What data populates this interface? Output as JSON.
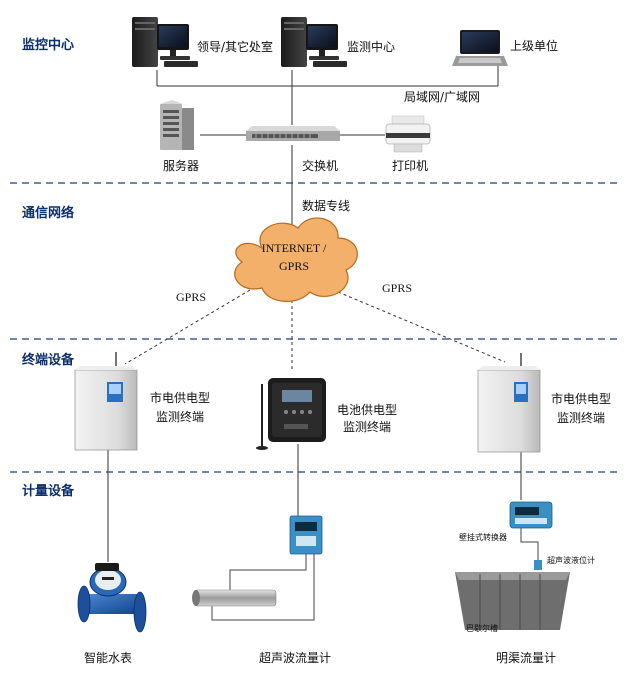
{
  "sections": {
    "monitoring_center": "监控中心",
    "network": "通信网络",
    "terminal": "终端设备",
    "metering": "计量设备"
  },
  "nodes": {
    "leader_office": "领导/其它处室",
    "monitoring_center_pc": "监测中心",
    "superior_unit": "上级单位",
    "lan_wan": "局域网/广域网",
    "server": "服务器",
    "switch": "交换机",
    "printer": "打印机",
    "dedicated_line": "数据专线",
    "cloud_line1": "INTERNET /",
    "cloud_line2": "GPRS",
    "gprs_left": "GPRS",
    "gprs_right": "GPRS"
  },
  "terminals": {
    "left_line1": "市电供电型",
    "left_line2": "监测终端",
    "middle_line1": "电池供电型",
    "middle_line2": "监测终端",
    "right_line1": "市电供电型",
    "right_line2": "监测终端"
  },
  "meters": {
    "water_meter": "智能水表",
    "ultrasonic_flowmeter": "超声波流量计",
    "open_channel_flowmeter": "明渠流量计",
    "wall_converter": "壁挂式转换器",
    "ultrasonic_level_meter": "超声波液位计",
    "parshall_flume": "巴歇尔槽"
  },
  "colors": {
    "section_title": "#0d2f6b",
    "divider": "#1f3f7a",
    "cloud_fill": "#f3b06a",
    "cloud_stroke": "#b76a1d"
  }
}
